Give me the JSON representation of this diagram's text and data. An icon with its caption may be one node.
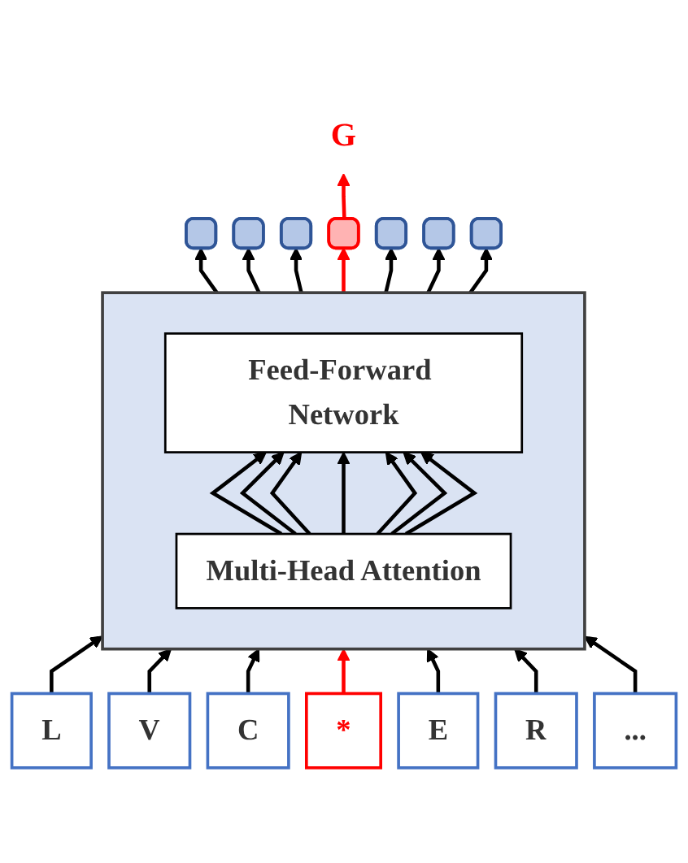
{
  "diagram": {
    "nodes": [
      {
        "text": [
          "G"
        ]
      },
      {
        "text": [],
        "shape": "box"
      },
      {
        "text": [],
        "shape": "box"
      },
      {
        "text": [],
        "shape": "box"
      },
      {
        "text": [],
        "shape": "box"
      },
      {
        "text": [],
        "shape": "box"
      },
      {
        "text": [],
        "shape": "box"
      },
      {
        "text": [],
        "shape": "box"
      },
      {
        "text": [],
        "shape": "box"
      },
      {
        "text": [
          "Feed-Forward Network"
        ],
        "in": 8
      },
      {
        "text": [
          "Multi-Head Attention"
        ],
        "in": 8
      },
      {
        "text": [
          "L"
        ]
      },
      {
        "text": [
          "V"
        ]
      },
      {
        "text": [
          "C"
        ]
      },
      {
        "text": [
          "*"
        ]
      },
      {
        "text": [
          "E"
        ]
      },
      {
        "text": [
          "R"
        ]
      },
      {
        "text": [
          "..."
        ]
      }
    ],
    "edges": [
      {
        "from": 11,
        "to": 8,
        "arrow": "to"
      },
      {
        "from": 12,
        "to": 8,
        "arrow": "to"
      },
      {
        "from": 13,
        "to": 8,
        "arrow": "to"
      },
      {
        "from": 14,
        "to": 8,
        "arrow": "to",
        "color": "#ff0000"
      },
      {
        "from": 15,
        "to": 8,
        "arrow": "to"
      },
      {
        "from": 16,
        "to": 8,
        "arrow": "to"
      },
      {
        "from": 17,
        "to": 8,
        "arrow": "to"
      },
      {
        "from": 10,
        "to": 9,
        "arrow": "to"
      },
      {
        "from": 10,
        "to": 9,
        "arrow": "to"
      },
      {
        "from": 10,
        "to": 9,
        "arrow": "to"
      },
      {
        "from": 10,
        "to": 9,
        "arrow": "to"
      },
      {
        "from": 10,
        "to": 9,
        "arrow": "to"
      },
      {
        "from": 10,
        "to": 9,
        "arrow": "to"
      },
      {
        "from": 10,
        "to": 9,
        "arrow": "to"
      },
      {
        "from": 8,
        "to": 1,
        "arrow": "to"
      },
      {
        "from": 8,
        "to": 2,
        "arrow": "to"
      },
      {
        "from": 8,
        "to": 3,
        "arrow": "to"
      },
      {
        "from": 8,
        "to": 4,
        "arrow": "to",
        "color": "#ff0000"
      },
      {
        "from": 8,
        "to": 5,
        "arrow": "to"
      },
      {
        "from": 8,
        "to": 6,
        "arrow": "to"
      },
      {
        "from": 8,
        "to": 7,
        "arrow": "to"
      },
      {
        "from": 4,
        "to": 0,
        "arrow": "to",
        "color": "#ff0000"
      }
    ]
  }
}
